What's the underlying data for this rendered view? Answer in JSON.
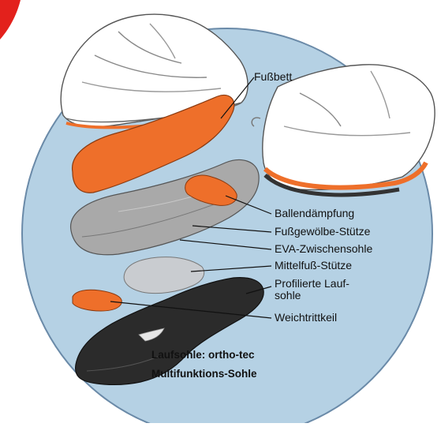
{
  "labels": {
    "fussbett": "Fußbett",
    "ballendaempfung": "Ballendämpfung",
    "fussgewoelbe": "Fußgewölbe-Stütze",
    "eva": "EVA-Zwischensohle",
    "mittelfuss": "Mittelfuß-Stütze",
    "profiliert_1": "Profilierte Lauf-",
    "profiliert_2": "sohle",
    "weichtritt": "Weichtrittkeil",
    "caption_1": "Laufsohle: ortho-tec",
    "caption_2": "Multifunktions-Sohle"
  },
  "colors": {
    "circle_fill": "#b5d1e4",
    "circle_stroke": "#6a8aa8",
    "orange": "#ee6f2a",
    "gray_sole": "#a9a9a9",
    "dark_sole": "#2b2b2b",
    "red_badge": "#e3211c"
  }
}
